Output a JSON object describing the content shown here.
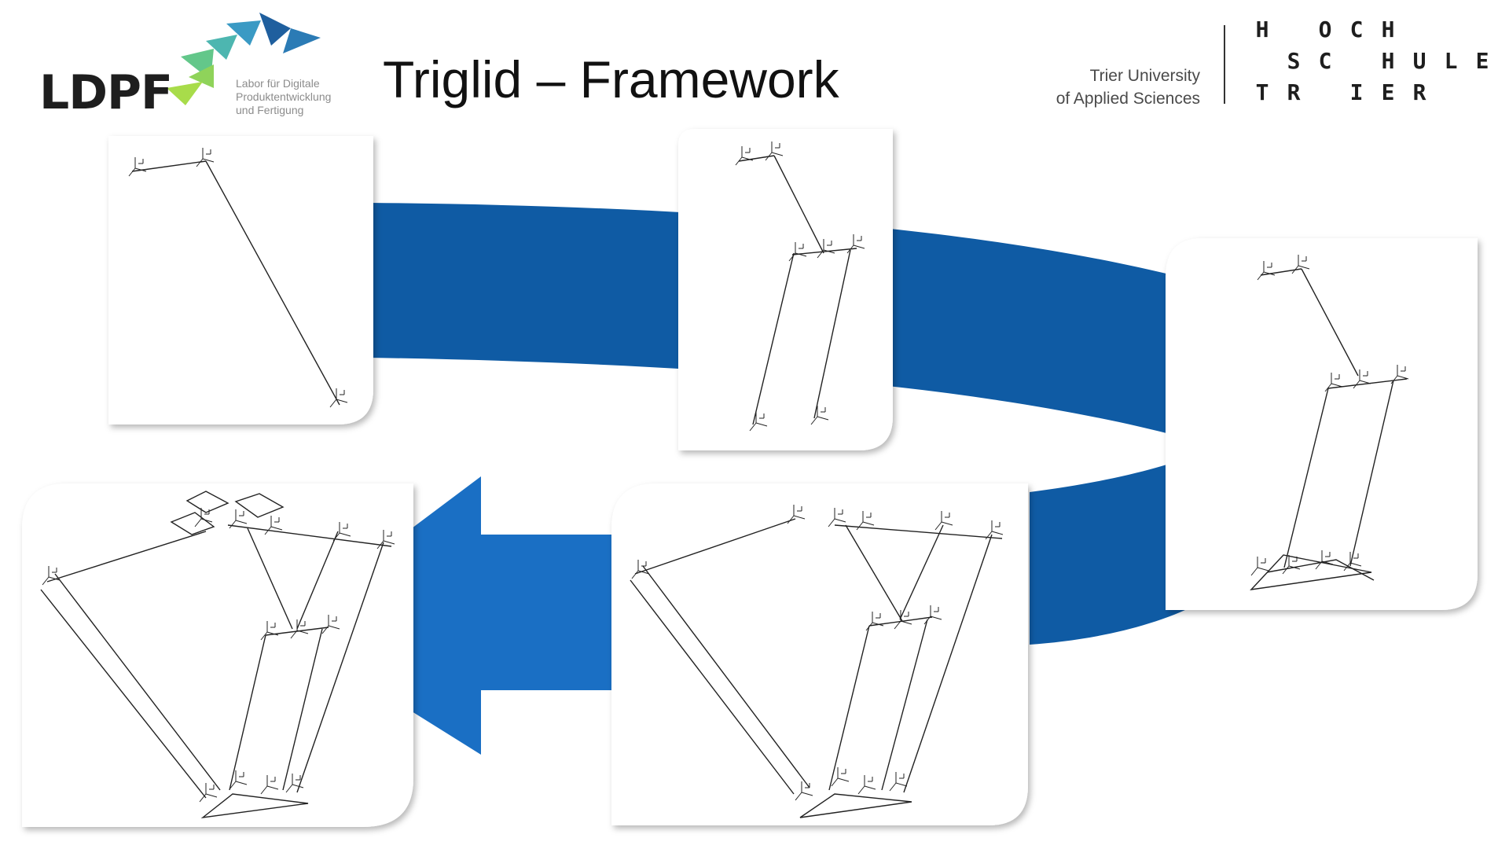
{
  "header": {
    "title": "Triglid – Framework",
    "ldpf": {
      "acronym": "LDPF",
      "lines": [
        "Labor für Digitale",
        "Produktentwicklung",
        "und Fertigung"
      ],
      "colors": [
        "#1f5f9e",
        "#2b7bb5",
        "#3a9ac4",
        "#4db6b0",
        "#63c78a",
        "#8fd35a",
        "#a8dc4a"
      ]
    },
    "university": {
      "lines": [
        "Trier University",
        "of Applied Sciences"
      ],
      "mark_rows": [
        [
          "H",
          "",
          "O",
          "C",
          "H",
          "",
          "",
          ""
        ],
        [
          "",
          "S",
          "C",
          "",
          "H",
          "U",
          "L",
          "E"
        ],
        [
          "T",
          "R",
          "",
          "I",
          "E",
          "R",
          "",
          ""
        ]
      ]
    }
  },
  "diagram": {
    "arrow_color": "#0f5ba4",
    "arrow_color_light": "#1a6fc4",
    "panels": [
      {
        "id": "step-1-single-link"
      },
      {
        "id": "step-2-parallel-links"
      },
      {
        "id": "step-3-platform"
      },
      {
        "id": "step-4-two-arms"
      },
      {
        "id": "step-5-full-robot"
      }
    ]
  }
}
